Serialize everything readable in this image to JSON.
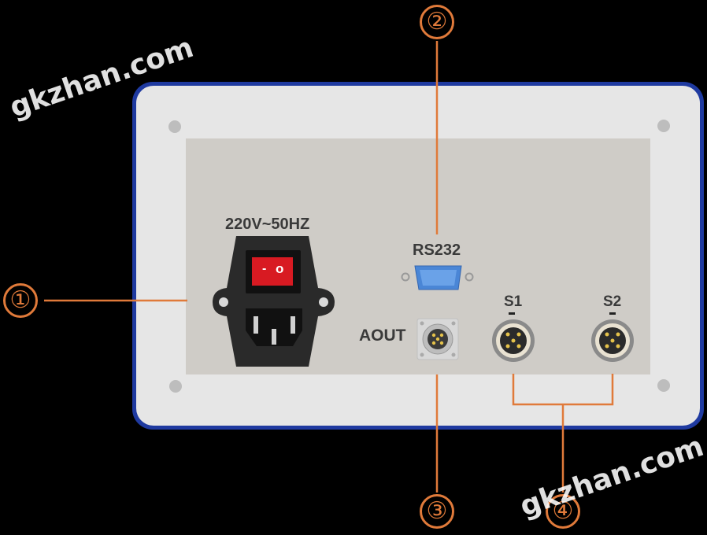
{
  "watermark": "gkzhan.com",
  "labels": {
    "power": "220V~50HZ",
    "rs232": "RS232",
    "aout": "AOUT",
    "s1": "S1",
    "s2": "S2"
  },
  "switch_marks": {
    "off": "-",
    "on": "o"
  },
  "callouts": [
    "①",
    "②",
    "③",
    "④"
  ],
  "colors": {
    "panel_border": "#1f3aa0",
    "callout": "#e07a3a",
    "switch": "#d81a22",
    "db9": "#4a86d6"
  }
}
